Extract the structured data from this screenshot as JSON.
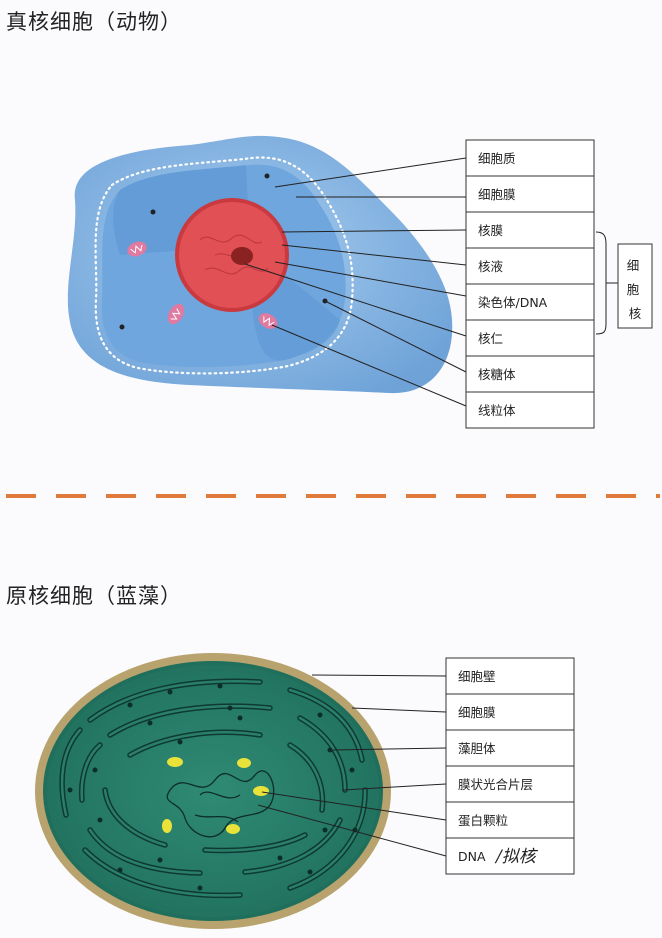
{
  "eukaryote": {
    "title": "真核细胞（动物）",
    "labels": [
      "细胞质",
      "细胞膜",
      "核膜",
      "核液",
      "染色体/DNA",
      "核仁",
      "核糖体",
      "线粒体"
    ],
    "nucleus_group": "细胞核"
  },
  "prokaryote": {
    "title": "原核细胞（蓝藻）",
    "labels": [
      "细胞壁",
      "细胞膜",
      "藻胆体",
      "膜状光合片层",
      "蛋白颗粒",
      "DNA"
    ],
    "handwritten_note": "/拟核"
  },
  "colors": {
    "cytoplasm": "#7fb0e2",
    "nucleus": "#d9474c",
    "nucleolus": "#8b2222",
    "divider": "#e07a3a",
    "cell_wall": "#b8a36e",
    "prokaryote_body": "#2a7f6b",
    "granule": "#e9e23a"
  }
}
